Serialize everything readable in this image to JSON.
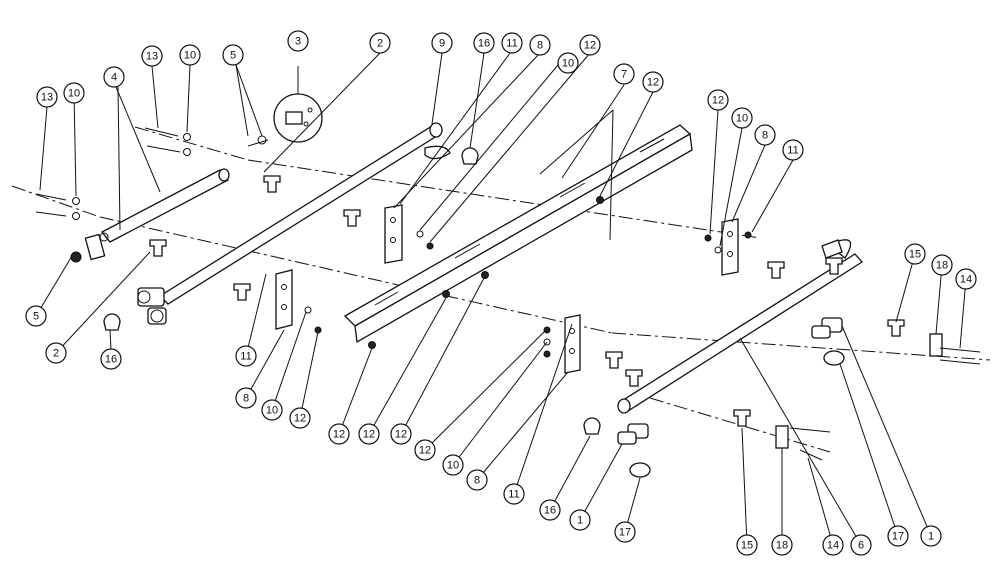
{
  "diagram": {
    "type": "exploded-parts-view",
    "callouts": [
      {
        "id": "c-3",
        "label": "3"
      },
      {
        "id": "c-2a",
        "label": "2"
      },
      {
        "id": "c-9",
        "label": "9"
      },
      {
        "id": "c-16a",
        "label": "16"
      },
      {
        "id": "c-11a",
        "label": "11"
      },
      {
        "id": "c-8a",
        "label": "8"
      },
      {
        "id": "c-10a",
        "label": "10"
      },
      {
        "id": "c-12a",
        "label": "12"
      },
      {
        "id": "c-7",
        "label": "7"
      },
      {
        "id": "c-12b",
        "label": "12"
      },
      {
        "id": "c-13a",
        "label": "13"
      },
      {
        "id": "c-10b",
        "label": "10"
      },
      {
        "id": "c-5a",
        "label": "5"
      },
      {
        "id": "c-4",
        "label": "4"
      },
      {
        "id": "c-13b",
        "label": "13"
      },
      {
        "id": "c-10c",
        "label": "10"
      },
      {
        "id": "c-12c",
        "label": "12"
      },
      {
        "id": "c-10d",
        "label": "10"
      },
      {
        "id": "c-8b",
        "label": "8"
      },
      {
        "id": "c-11b",
        "label": "11"
      },
      {
        "id": "c-5b",
        "label": "5"
      },
      {
        "id": "c-2b",
        "label": "2"
      },
      {
        "id": "c-16b",
        "label": "16"
      },
      {
        "id": "c-15a",
        "label": "15"
      },
      {
        "id": "c-18a",
        "label": "18"
      },
      {
        "id": "c-14a",
        "label": "14"
      },
      {
        "id": "c-11c",
        "label": "11"
      },
      {
        "id": "c-8c",
        "label": "8"
      },
      {
        "id": "c-10e",
        "label": "10"
      },
      {
        "id": "c-12d",
        "label": "12"
      },
      {
        "id": "c-12e",
        "label": "12"
      },
      {
        "id": "c-12f",
        "label": "12"
      },
      {
        "id": "c-12g",
        "label": "12"
      },
      {
        "id": "c-12h",
        "label": "12"
      },
      {
        "id": "c-10f",
        "label": "10"
      },
      {
        "id": "c-8d",
        "label": "8"
      },
      {
        "id": "c-11d",
        "label": "11"
      },
      {
        "id": "c-16c",
        "label": "16"
      },
      {
        "id": "c-1a",
        "label": "1"
      },
      {
        "id": "c-17a",
        "label": "17"
      },
      {
        "id": "c-15b",
        "label": "15"
      },
      {
        "id": "c-18b",
        "label": "18"
      },
      {
        "id": "c-14b",
        "label": "14"
      },
      {
        "id": "c-6",
        "label": "6"
      },
      {
        "id": "c-17b",
        "label": "17"
      },
      {
        "id": "c-1b",
        "label": "1"
      }
    ]
  }
}
